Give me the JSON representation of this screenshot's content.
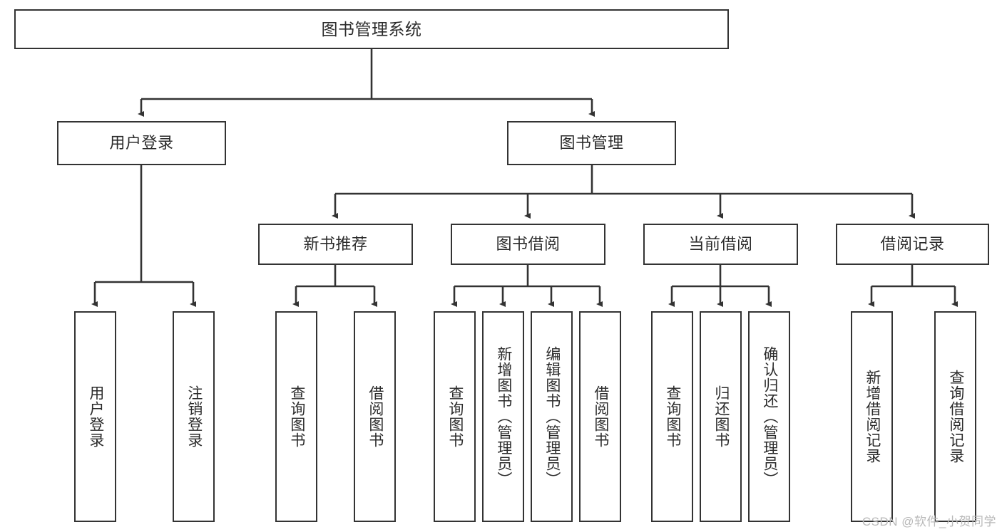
{
  "diagram": {
    "title": "图书管理系统",
    "type": "tree-hierarchy",
    "watermark": "CSDN @软件_小贺同学",
    "colors": {
      "border": "#333333",
      "text": "#2b2b2b",
      "background": "#ffffff",
      "edge": "#333333",
      "watermark": "#b9b9b9"
    },
    "root": {
      "label": "图书管理系统"
    },
    "level1": [
      {
        "label": "用户登录"
      },
      {
        "label": "图书管理"
      }
    ],
    "level2": [
      {
        "label": "新书推荐"
      },
      {
        "label": "图书借阅"
      },
      {
        "label": "当前借阅"
      },
      {
        "label": "借阅记录"
      }
    ],
    "leaves": {
      "user_login": [
        {
          "label": "用户登录"
        },
        {
          "label": "注销登录"
        }
      ],
      "new_book_recommend": [
        {
          "label": "查询图书"
        },
        {
          "label": "借阅图书"
        }
      ],
      "book_borrow": [
        {
          "label": "查询图书"
        },
        {
          "label": "新增图书（管理员）"
        },
        {
          "label": "编辑图书（管理员）"
        },
        {
          "label": "借阅图书"
        }
      ],
      "current_borrow": [
        {
          "label": "查询图书"
        },
        {
          "label": "归还图书"
        },
        {
          "label": "确认归还（管理员）"
        }
      ],
      "borrow_record": [
        {
          "label": "新增借阅记录"
        },
        {
          "label": "查询借阅记录"
        }
      ]
    }
  }
}
